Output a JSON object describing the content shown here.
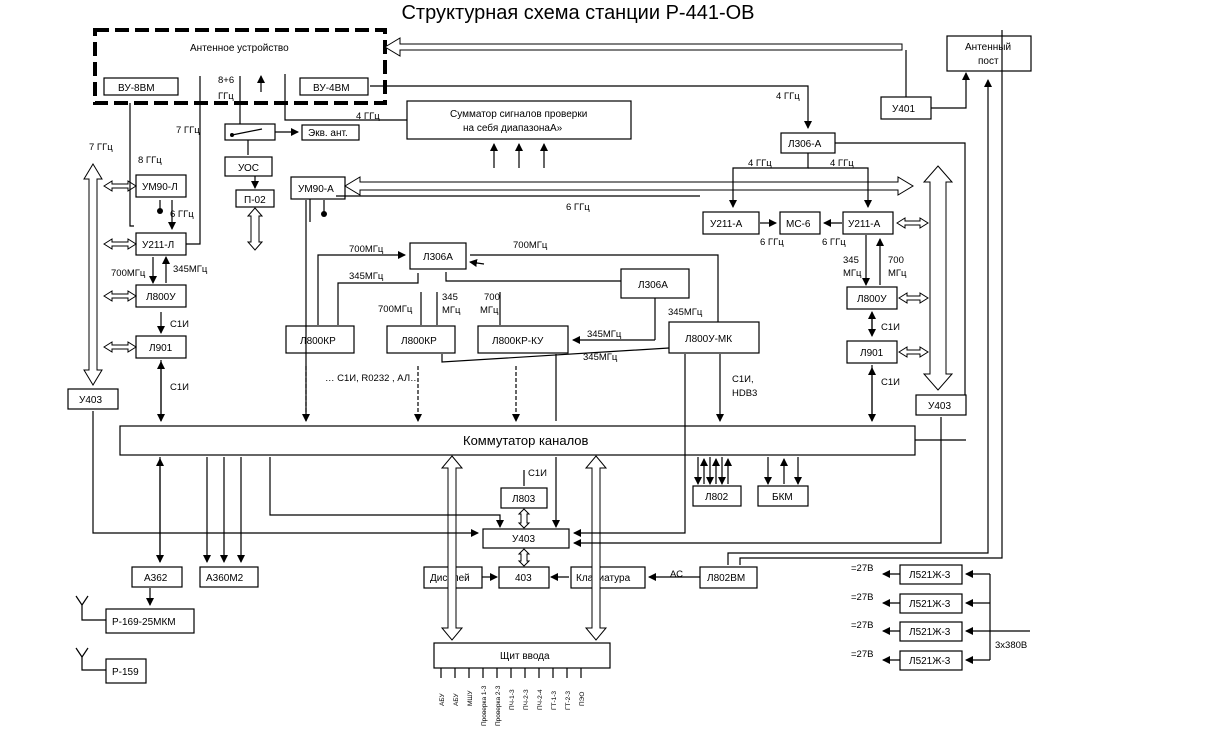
{
  "title": "Структурная схема станции Р-441-ОВ",
  "blocks": {
    "antenna_device": "Антенное устройство",
    "antenna_post": "Антенный пост",
    "vu8vm": "ВУ-8ВМ",
    "vu4vm": "ВУ-4ВМ",
    "summator_line1": "Сумматор сигналов проверки",
    "summator_line2": "на себя диапазонаА»",
    "ekv_ant": "Экв. ант.",
    "uos": "УОС",
    "p02": "П-02",
    "um90l": "УМ90-Л",
    "um90a": "УМ90-А",
    "u211l": "У211-Л",
    "u211a_left": "У211-А",
    "u211a_right": "У211-А",
    "mc6": "МС-6",
    "l306a_top_right": "Л306-А",
    "u401": "У401",
    "l306a_center": "Л306А",
    "l306a_right": "Л306А",
    "l800u_left": "Л800У",
    "l800u_right": "Л800У",
    "l901_left": "Л901",
    "l901_right": "Л901",
    "u403_left": "У403",
    "u403_right": "У403",
    "u403_center": "У403",
    "l800kr_1": "Л800КР",
    "l800kr_2": "Л800КР",
    "l800kr_ku": "Л800КР-КУ",
    "l800u_mk": "Л800У-МК",
    "commutator": "Коммутатор каналов",
    "l803": "Л803",
    "l802": "Л802",
    "bkm": "БКМ",
    "a362": "А362",
    "a360m2": "А360М2",
    "display": "Дисплей",
    "b403": "403",
    "keyboard": "Клавиатура",
    "l802vm": "Л802ВМ",
    "r169": "Р-169-25МКМ",
    "r159": "Р-159",
    "shchit": "Щит ввода",
    "l521_1": "Л521Ж-3",
    "l521_2": "Л521Ж-3",
    "l521_3": "Л521Ж-3",
    "l521_4": "Л521Ж-3"
  },
  "labels": {
    "f_8_6": "8+6",
    "f_ghz": "ГГц",
    "f_7ghz_a": "7 ГГц",
    "f_7ghz_b": "7 ГГц",
    "f_4ghz_a": "4 ГГц",
    "f_4ghz_b": "4 ГГц",
    "f_4ghz_c": "4 ГГц",
    "f_4ghz_d": "4 ГГц",
    "f_8ghz": "8 ГГц",
    "f_6ghz_a": "6 ГГц",
    "f_6ghz_b": "6 ГГц",
    "f_6ghz_c": "6 ГГц",
    "f_6ghz_d": "6 ГГц",
    "f_700_a": "700МГц",
    "f_345_a": "345МГц",
    "f_700_b": "700МГц",
    "f_700_c": "700МГц",
    "f_345_b": "345МГц",
    "f_700_d": "700МГц",
    "f_345_c": "345",
    "f_mgc_c": "МГц",
    "f_700_e": "700",
    "f_mgc_e": "МГц",
    "f_345_d": "345МГц",
    "f_345_e": "345МГц",
    "f_345_f": "345МГц",
    "f_345_g": "345",
    "f_mgc_g": "МГц",
    "f_700_h": "700",
    "f_mgc_h": "МГц",
    "s_c1i_a": "С1И",
    "s_c1i_b": "С1И",
    "s_c1i_c": "С1И",
    "s_c1i_d": "С1И",
    "s_c1i_e": "С1И",
    "s_c1i_hdb3_1": "С1И,",
    "s_c1i_hdb3_2": "HDB3",
    "s_list": "… С1И, R0232  ,   АЛ…",
    "s_ac": "АС",
    "v27_1": "=27В",
    "v27_2": "=27В",
    "v27_3": "=27В",
    "v27_4": "=27В",
    "v380": "3х380В"
  },
  "shchit_pins": [
    "АБУ",
    "АБУ",
    "МШУ",
    "Проверка 1-3",
    "Проверка 2-3",
    "ПЧ-1-3",
    "ПЧ-2-3",
    "ПЧ-2-4",
    "ГТ-1-3",
    "ГТ-2-3",
    "ПЭО"
  ]
}
